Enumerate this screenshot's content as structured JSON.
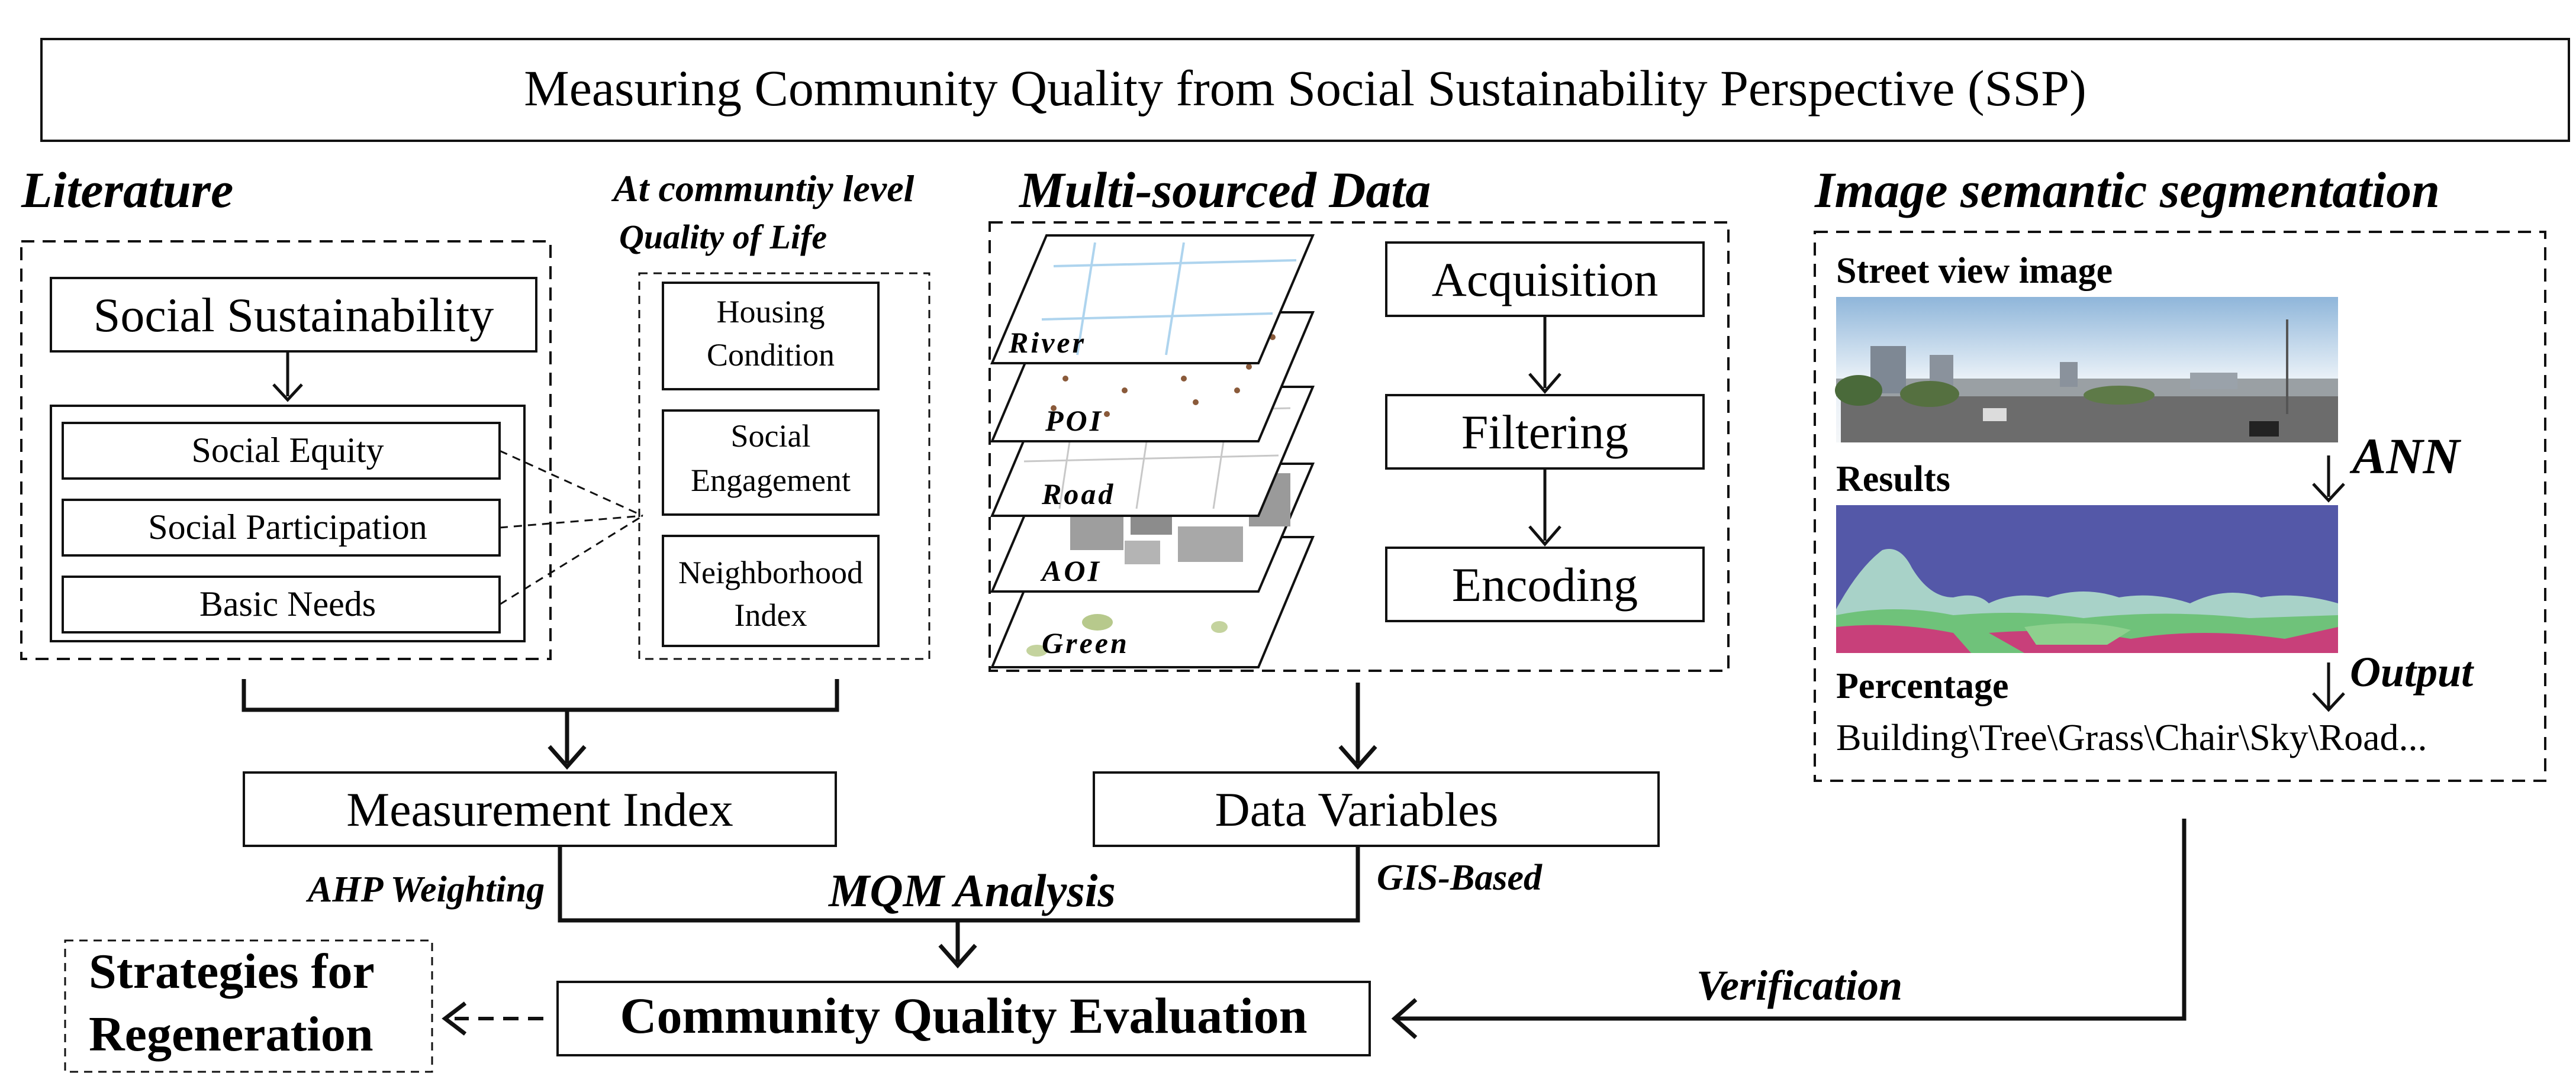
{
  "title": "Measuring Community Quality from Social Sustainability Perspective (SSP)",
  "literature": {
    "heading": "Literature",
    "main_box": "Social Sustainability",
    "items": [
      "Social Equity",
      "Social Participation",
      "Basic Needs"
    ]
  },
  "community": {
    "heading": "At communtiy level",
    "subheading": "Quality of Life",
    "items": [
      {
        "line1": "Housing",
        "line2": "Condition"
      },
      {
        "line1": "Social",
        "line2": "Engagement"
      },
      {
        "line1": "Neighborhood",
        "line2": "Index"
      }
    ]
  },
  "multi_source": {
    "heading": "Multi-sourced Data",
    "layers": [
      "River",
      "POI",
      "Road",
      "AOI",
      "Green"
    ],
    "steps": [
      "Acquisition",
      "Filtering",
      "Encoding"
    ]
  },
  "segmentation": {
    "heading": "Image semantic segmentation",
    "street_view_label": "Street view image",
    "ann_label": "ANN",
    "results_label": "Results",
    "output_label": "Output",
    "percentage_label": "Percentage",
    "classes_text": "Building\\Tree\\Grass\\Chair\\Sky\\Road..."
  },
  "measurement_index": "Measurement Index",
  "data_variables": "Data Variables",
  "ahp": "AHP Weighting",
  "gis": "GIS-Based",
  "mqm": "MQM  Analysis",
  "evaluation": "Community Quality Evaluation",
  "verification": "Verification",
  "strategies": {
    "line1": "Strategies for",
    "line2": "Regeneration"
  },
  "colors": {
    "sky_segment": "#5458a8",
    "building_segment": "#a8d2c8",
    "tree_segment": "#6fc27a",
    "road_segment": "#c8407a",
    "grass_segment": "#8ed08e",
    "photo_sky": "#c6dcef"
  }
}
